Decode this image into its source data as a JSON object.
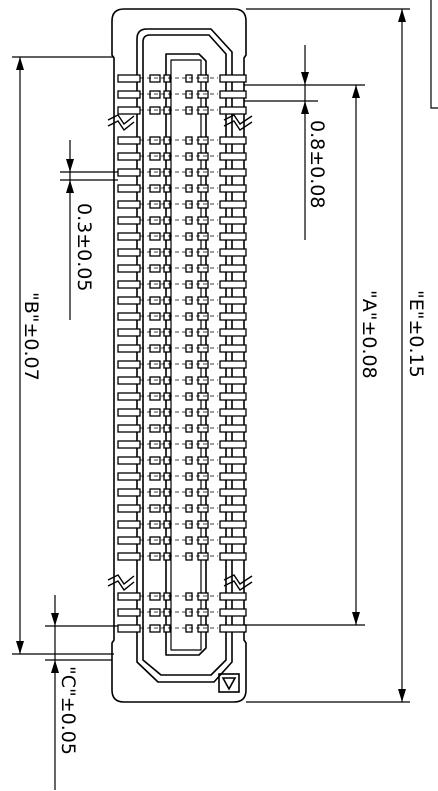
{
  "drawing": {
    "pitch_label": "0.8±0.08",
    "width_label": "0.3±0.05",
    "dim_b_label": "\"B\"±0.07",
    "dim_a_label": "\"A\"±0.08",
    "dim_e_label": "\"E\"±0.15",
    "dim_c_label": "\"C\"±0.05",
    "pin1_marker_icon": "triangle-in-square-icon",
    "line_color": "#000000",
    "background_color": "#ffffff"
  }
}
